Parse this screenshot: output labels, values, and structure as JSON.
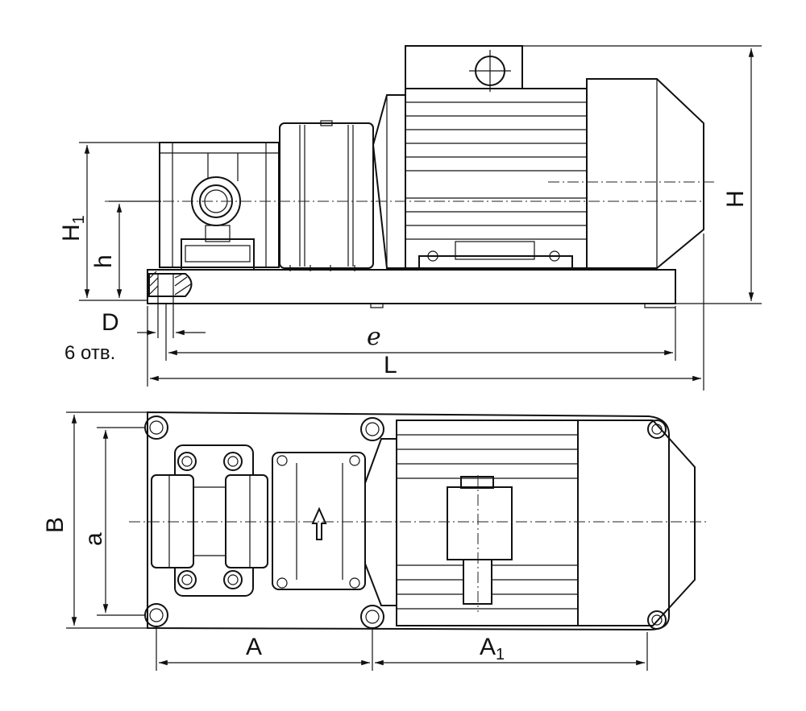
{
  "drawing": {
    "labels": {
      "H1": "H",
      "H1_sub": "1",
      "h": "h",
      "H": "H",
      "D": "D",
      "holes": "6 отв.",
      "e": "e",
      "L": "L",
      "B": "B",
      "a": "a",
      "A": "A",
      "A1": "A",
      "A1_sub": "1"
    }
  }
}
